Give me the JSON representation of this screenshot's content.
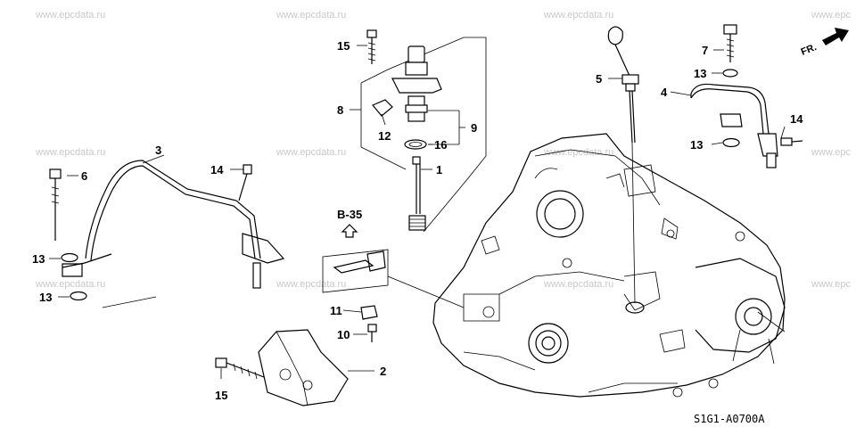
{
  "watermark": {
    "text": "www.epcdata.ru",
    "partial": "www.epc"
  },
  "diagram_code": "S1G1-A0700A",
  "direction": {
    "label": "FR.",
    "icon": "front-arrow-icon"
  },
  "reference": {
    "label": "B-35",
    "icon": "up-arrow-icon"
  },
  "callouts": [
    {
      "id": "c1",
      "label": "1"
    },
    {
      "id": "c2",
      "label": "2"
    },
    {
      "id": "c3",
      "label": "3"
    },
    {
      "id": "c4",
      "label": "4"
    },
    {
      "id": "c5",
      "label": "5"
    },
    {
      "id": "c6",
      "label": "6"
    },
    {
      "id": "c7",
      "label": "7"
    },
    {
      "id": "c8",
      "label": "8"
    },
    {
      "id": "c9",
      "label": "9"
    },
    {
      "id": "c10",
      "label": "10"
    },
    {
      "id": "c11",
      "label": "11"
    },
    {
      "id": "c12",
      "label": "12"
    },
    {
      "id": "c13a",
      "label": "13"
    },
    {
      "id": "c13b",
      "label": "13"
    },
    {
      "id": "c13c",
      "label": "13"
    },
    {
      "id": "c13d",
      "label": "13"
    },
    {
      "id": "c14a",
      "label": "14"
    },
    {
      "id": "c14b",
      "label": "14"
    },
    {
      "id": "c15a",
      "label": "15"
    },
    {
      "id": "c15b",
      "label": "15"
    },
    {
      "id": "c16",
      "label": "16"
    }
  ]
}
